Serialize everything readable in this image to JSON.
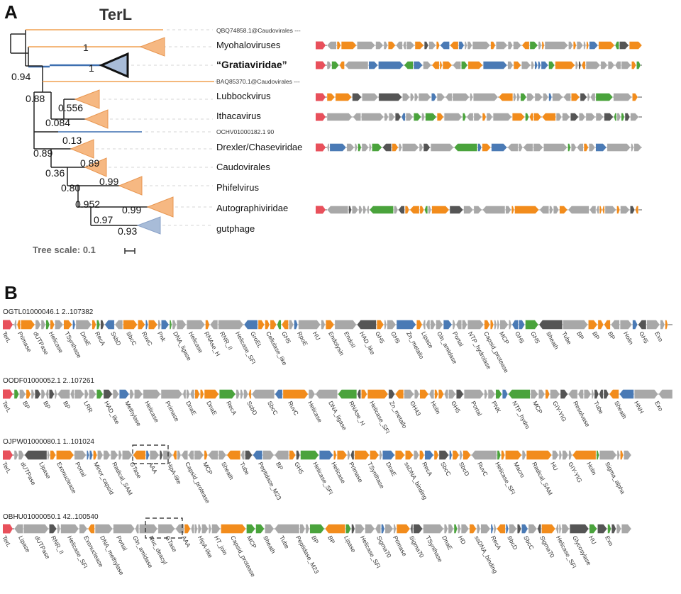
{
  "panel_a": {
    "letter": "A",
    "title": "TerL",
    "clades": [
      {
        "label": "QBQ74858.1@Caudovirales ---",
        "style": "small"
      },
      {
        "label": "Myohaloviruses",
        "style": "normal"
      },
      {
        "label": "“Gratiaviridae”",
        "style": "bold"
      },
      {
        "label": "BAQ85370.1@Caudovirales ---",
        "style": "small"
      },
      {
        "label": "Lubbockvirus",
        "style": "normal"
      },
      {
        "label": "Ithacavirus",
        "style": "normal"
      },
      {
        "label": "OCHV01000182.1 90",
        "style": "small"
      },
      {
        "label": "Drexler/Chaseviridae",
        "style": "normal"
      },
      {
        "label": "Caudovirales",
        "style": "normal"
      },
      {
        "label": "Phifelvirus",
        "style": "normal"
      },
      {
        "label": "Autographiviridae",
        "style": "normal"
      },
      {
        "label": "gutphage",
        "style": "normal"
      }
    ],
    "supports": [
      "1",
      "1",
      "0.94",
      "0.88",
      "0.556",
      "0.084",
      "0.13",
      "0.89",
      "0.89",
      "0.36",
      "0.99",
      "0.80",
      "0.952",
      "0.99",
      "0.97",
      "0.93"
    ],
    "tree_scale_label": "Tree scale: 0.1"
  },
  "panel_b": {
    "letter": "B",
    "tracks": [
      {
        "id": "OGTL01000046.1 2..107382",
        "labels": [
          "TerL",
          "Primase",
          "dUTPase",
          "Helicase",
          "TSynthase",
          "DnaE",
          "RecA",
          "SsbD",
          "SbcC",
          "RuvC",
          "Pnk",
          "DNA_ligase",
          "Helicase",
          "RNAse_H",
          "RNR_II",
          "Helicase_SFI",
          "GroEL",
          "Cellulase_like",
          "GH5",
          "RpoE",
          "HU",
          "Endolysin",
          "EndoII",
          "HAD_like",
          "GH5",
          "GH5",
          "Zn_metallo",
          "Lipase",
          "Gln_amidase",
          "Portal",
          "NTP_hydrolase",
          "Capsid_protease",
          "MCP",
          "GH5",
          "GH5",
          "Sheath",
          "Tube",
          "BP",
          "BP",
          "BP",
          "Holin",
          "GH5",
          "Exo"
        ]
      },
      {
        "id": "OODF01000052.1 2..107261",
        "labels": [
          "TerL",
          "BP",
          "BP",
          "BP",
          "LRR",
          "HAD_like",
          "Methylase",
          "Helicase",
          "Primase",
          "DnaE",
          "DnaE",
          "RecA",
          "SsbD",
          "SbcC",
          "RuvC",
          "Helicase",
          "DNA_ligase",
          "RNAse_H",
          "Helicase_SFI",
          "Zn_metallo",
          "GH43",
          "Holin",
          "GH5",
          "Portal",
          "PNK",
          "NTP_hydro",
          "MCP",
          "GIY-YIG",
          "Resolvase",
          "Tube",
          "Sheath",
          "HNH",
          "Exo"
        ]
      },
      {
        "id": "OJPW01000080.1 1..101024",
        "labels": [
          "TerL",
          "dUTPase",
          "Lipase",
          "Exonuclease",
          "Portal",
          "Minor_capsid",
          "Radical_SAM",
          "GTase",
          "AAA",
          "HipA-like",
          "Capsid_protease",
          "MCP",
          "Sheath",
          "Tube",
          "Peptidase_M23",
          "BP",
          "GH5",
          "Helicase_SFI",
          "Helicase",
          "Primase",
          "TSynthase",
          "DnaE",
          "ssDNA_binding",
          "RecA",
          "SbcC",
          "SbcD",
          "RuvC",
          "Helicase_SFI",
          "Macro",
          "Radical_SAM",
          "HU",
          "GIY-YIG",
          "Holin",
          "Sigma_alpha"
        ]
      },
      {
        "id": "OBHU01000050.1 42..100540",
        "labels": [
          "TerL",
          "Lipase",
          "dUTPase",
          "RNR_II",
          "Helicase_SFI",
          "Exonuclease",
          "DNA_methylase",
          "Portal",
          "Gln_amidase",
          "Nuc_deacyl",
          "GTase",
          "AAA",
          "HipA-like",
          "HT_join",
          "Capsid_protease",
          "MCP",
          "Sheath",
          "Tube",
          "Peptidase_M23",
          "BP",
          "BP",
          "Lipase",
          "Helicase_SFI",
          "Sigma70",
          "Primase",
          "Sigma70",
          "TSynthase",
          "DnaE",
          "HD",
          "ssDNA_binding",
          "RecA",
          "SbcD",
          "SbcC",
          "Sigma70",
          "Helicase_SFI",
          "Glycosylase",
          "HU",
          "Exo"
        ]
      }
    ]
  },
  "colors": {
    "terl": "#e8505b",
    "orange": "#f28c1c",
    "blue": "#4a7ab5",
    "green": "#4aa33c",
    "gray": "#a8a8a8",
    "pink": "#e89ab0",
    "clade_orange": "#f6b882",
    "clade_blue": "#a8bcd8"
  }
}
